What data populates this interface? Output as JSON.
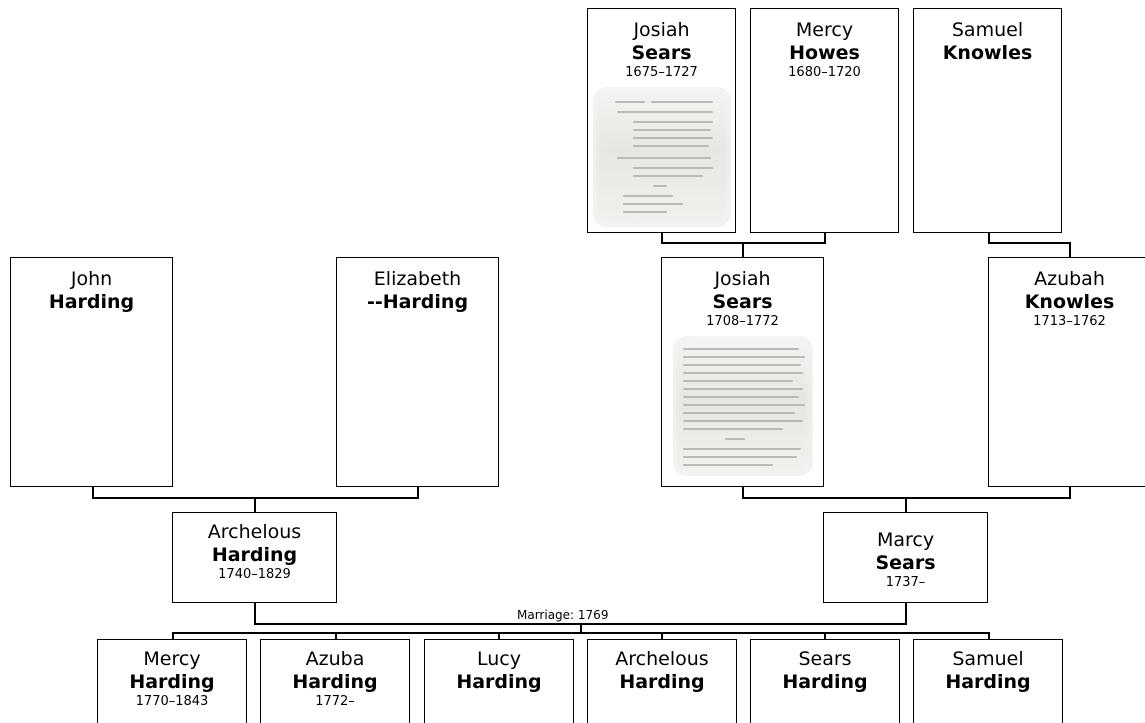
{
  "people": [
    {
      "id": "josiah_sears_1675",
      "given": "Josiah",
      "surname": "Sears",
      "dates": "1675–1727",
      "has_photo": true
    },
    {
      "id": "mercy_howes",
      "given": "Mercy",
      "surname": "Howes",
      "dates": "1680–1720",
      "has_photo": false
    },
    {
      "id": "samuel_knowles",
      "given": "Samuel",
      "surname": "Knowles",
      "dates": "",
      "has_photo": false
    },
    {
      "id": "john_harding",
      "given": "John",
      "surname": "Harding",
      "dates": "",
      "has_photo": false
    },
    {
      "id": "elizabeth_harding",
      "given": "Elizabeth",
      "surname": "--Harding",
      "dates": "",
      "has_photo": false
    },
    {
      "id": "josiah_sears_1708",
      "given": "Josiah",
      "surname": "Sears",
      "dates": "1708–1772",
      "has_photo": true
    },
    {
      "id": "azubah_knowles",
      "given": "Azubah",
      "surname": "Knowles",
      "dates": "1713–1762",
      "has_photo": false
    },
    {
      "id": "archelous_harding_1740",
      "given": "Archelous",
      "surname": "Harding",
      "dates": "1740–1829",
      "has_photo": false
    },
    {
      "id": "marcy_sears",
      "given": "Marcy",
      "surname": "Sears",
      "dates": "1737–",
      "has_photo": false
    },
    {
      "id": "mercy_harding",
      "given": "Mercy",
      "surname": "Harding",
      "dates": "1770–1843",
      "has_photo": false
    },
    {
      "id": "azuba_harding",
      "given": "Azuba",
      "surname": "Harding",
      "dates": "1772–",
      "has_photo": false
    },
    {
      "id": "lucy_harding",
      "given": "Lucy",
      "surname": "Harding",
      "dates": "",
      "has_photo": false
    },
    {
      "id": "archelous_harding_child",
      "given": "Archelous",
      "surname": "Harding",
      "dates": "",
      "has_photo": false
    },
    {
      "id": "sears_harding",
      "given": "Sears",
      "surname": "Harding",
      "dates": "",
      "has_photo": false
    },
    {
      "id": "samuel_harding",
      "given": "Samuel",
      "surname": "Harding",
      "dates": "",
      "has_photo": false
    }
  ],
  "marriage": {
    "label": "Marriage: 1769"
  }
}
